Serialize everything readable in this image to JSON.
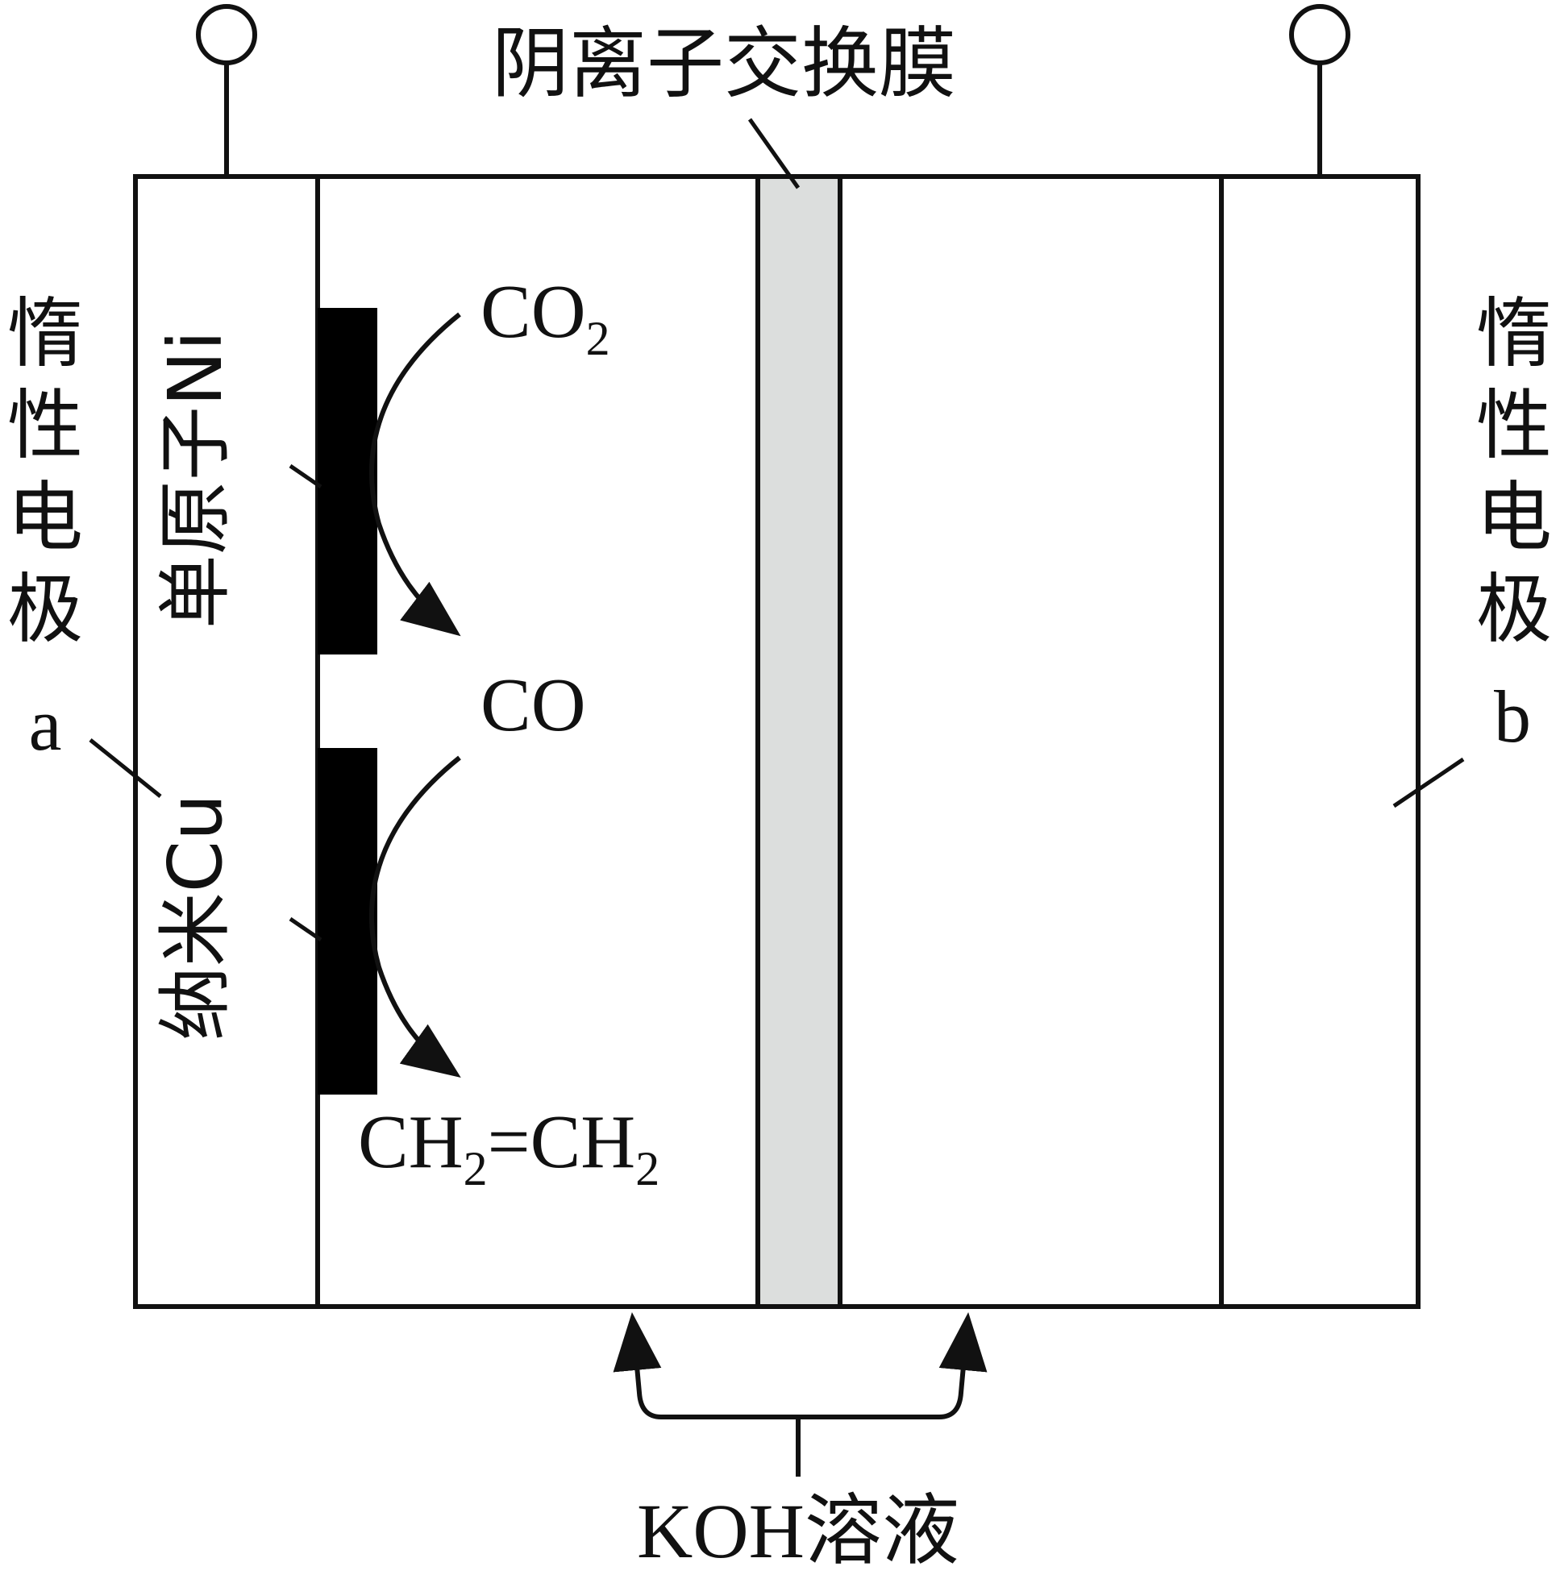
{
  "labels": {
    "membrane": "阴离子交换膜",
    "electrode_a": {
      "name_chars": [
        "惰",
        "性",
        "电",
        "极"
      ],
      "letter": "a"
    },
    "electrode_b": {
      "name_chars": [
        "惰",
        "性",
        "电",
        "极"
      ],
      "letter": "b"
    },
    "ni_catalyst": "单原子Ni",
    "cu_catalyst": "纳米Cu",
    "koh": "KOH溶液"
  },
  "species": {
    "co2_base": "CO",
    "co2_sub": "2",
    "co": "CO",
    "ethylene": {
      "p1": "CH",
      "s1": "2",
      "p2": "=CH",
      "s2": "2"
    }
  },
  "colors": {
    "stroke": "#111111",
    "membrane_fill": "#dcdedd",
    "catalyst_fill": "#000000"
  }
}
